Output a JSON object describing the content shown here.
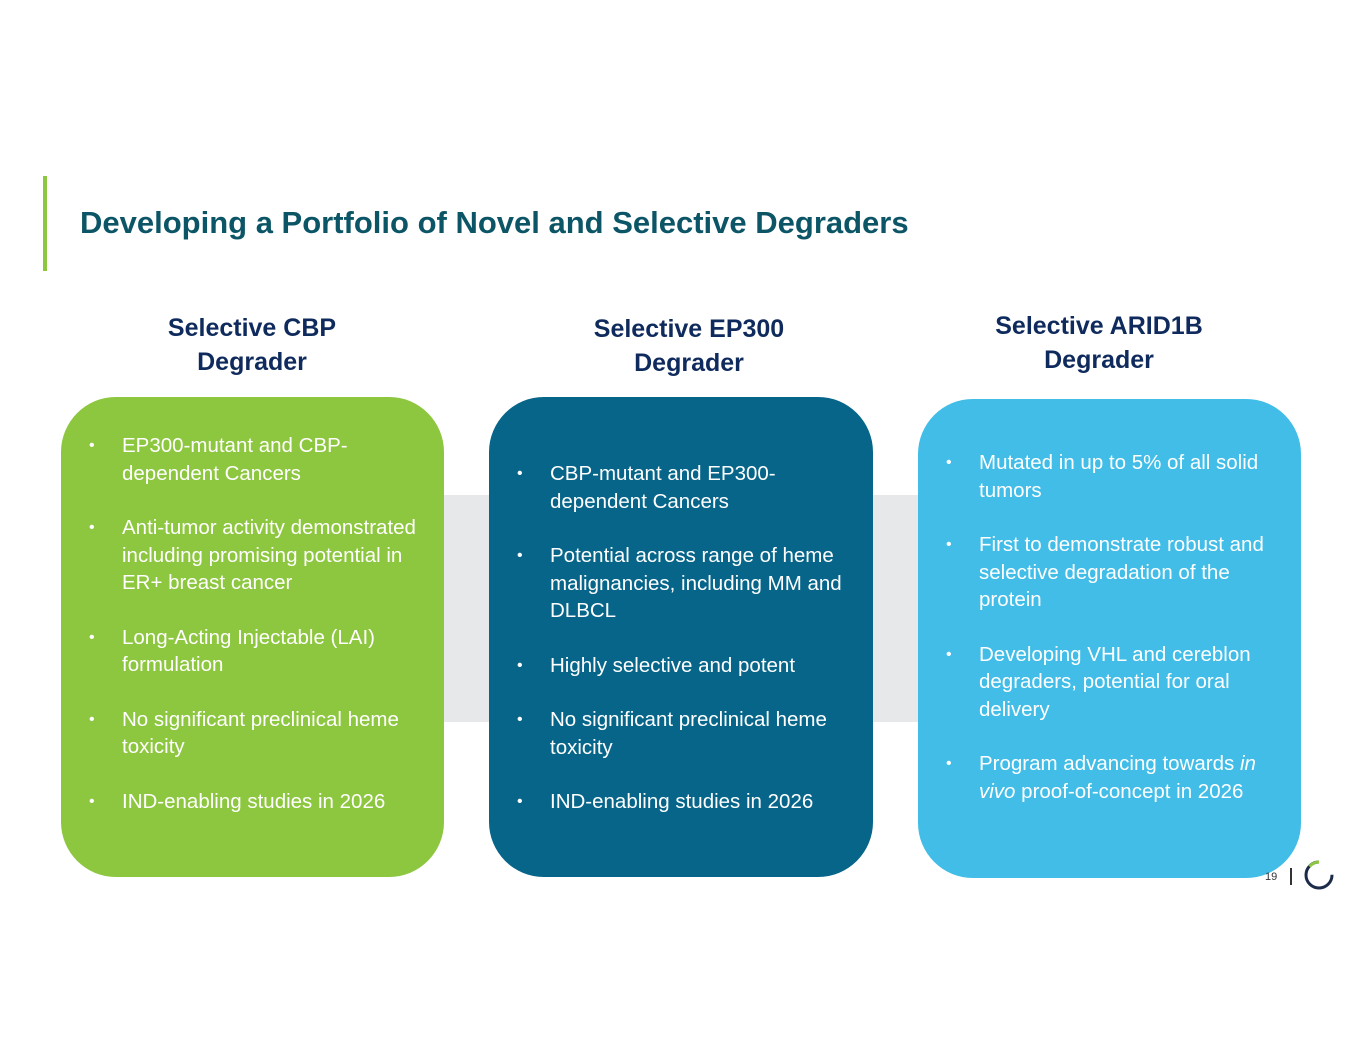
{
  "slide": {
    "title": "Developing a Portfolio of Novel and Selective Degraders",
    "page_number": "19",
    "colors": {
      "title": "#0b5566",
      "accent": "#8dc63f",
      "heading": "#0f2a5c",
      "band": "#e6e8e9"
    }
  },
  "columns": [
    {
      "heading": "Selective CBP\nDegrader",
      "color": "#8dc63f",
      "bullets": [
        {
          "pre": "EP300-mutant and CBP-dependent Cancers",
          "italic": "",
          "post": ""
        },
        {
          "pre": "Anti-tumor activity demonstrated including promising potential in ER+ breast cancer",
          "italic": "",
          "post": ""
        },
        {
          "pre": "Long-Acting Injectable (LAI) formulation",
          "italic": "",
          "post": ""
        },
        {
          "pre": "No significant preclinical heme toxicity",
          "italic": "",
          "post": ""
        },
        {
          "pre": "IND-enabling studies in 2026",
          "italic": "",
          "post": ""
        }
      ]
    },
    {
      "heading": "Selective EP300\nDegrader",
      "color": "#066589",
      "bullets": [
        {
          "pre": "CBP-mutant and EP300-dependent Cancers",
          "italic": "",
          "post": ""
        },
        {
          "pre": "Potential across range of heme malignancies, including MM and DLBCL",
          "italic": "",
          "post": ""
        },
        {
          "pre": "Highly selective and potent",
          "italic": "",
          "post": ""
        },
        {
          "pre": "No significant preclinical heme toxicity",
          "italic": "",
          "post": ""
        },
        {
          "pre": "IND-enabling studies in 2026",
          "italic": "",
          "post": ""
        }
      ]
    },
    {
      "heading": "Selective ARID1B\nDegrader",
      "color": "#41bde7",
      "bullets": [
        {
          "pre": "Mutated in up to 5% of all solid tumors",
          "italic": "",
          "post": ""
        },
        {
          "pre": "First to demonstrate robust and selective degradation of the protein",
          "italic": "",
          "post": ""
        },
        {
          "pre": "Developing VHL and cereblon degraders, potential for oral delivery",
          "italic": "",
          "post": ""
        },
        {
          "pre": "Program advancing towards ",
          "italic": "in vivo",
          "post": " proof-of-concept in 2026"
        }
      ]
    }
  ],
  "bullet_glyph": "•",
  "logo_icon": "ring-logo-icon"
}
